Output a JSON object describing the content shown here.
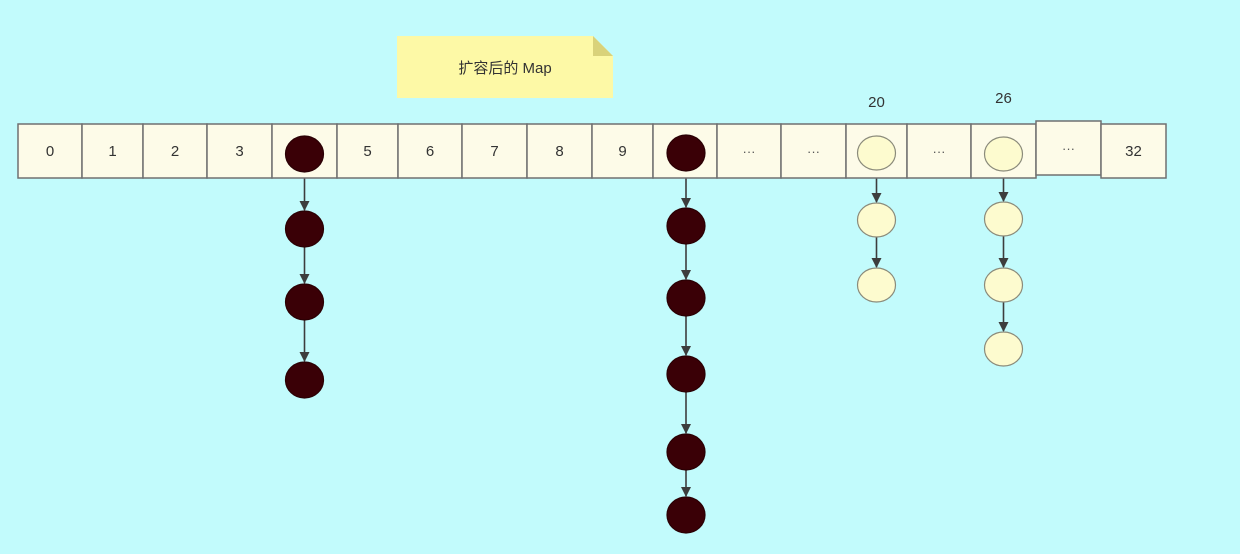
{
  "note": {
    "text": "扩容后的 Map",
    "color": "#fdf9a6"
  },
  "colors": {
    "background": "#c2fbfc",
    "cell_fill": "#fdfbe8",
    "cell_stroke": "#707070",
    "dark_node": "#3a0006",
    "light_node": "#fdfbcf",
    "arrow": "#3d3d3d"
  },
  "array": {
    "cells": [
      {
        "label": "0",
        "kind": "text"
      },
      {
        "label": "1",
        "kind": "text"
      },
      {
        "label": "2",
        "kind": "text"
      },
      {
        "label": "3",
        "kind": "text"
      },
      {
        "label": "",
        "kind": "dark-node"
      },
      {
        "label": "5",
        "kind": "text"
      },
      {
        "label": "6",
        "kind": "text"
      },
      {
        "label": "7",
        "kind": "text"
      },
      {
        "label": "8",
        "kind": "text"
      },
      {
        "label": "9",
        "kind": "text"
      },
      {
        "label": "",
        "kind": "dark-node"
      },
      {
        "label": "···",
        "kind": "ellipsis"
      },
      {
        "label": "···",
        "kind": "ellipsis"
      },
      {
        "label": "",
        "kind": "light-node"
      },
      {
        "label": "···",
        "kind": "ellipsis"
      },
      {
        "label": "",
        "kind": "light-node"
      },
      {
        "label": "···",
        "kind": "ellipsis"
      },
      {
        "label": "32",
        "kind": "text"
      }
    ]
  },
  "index_labels": [
    {
      "cell": 13,
      "text": "20"
    },
    {
      "cell": 15,
      "text": "26"
    }
  ],
  "chains": [
    {
      "cell": 4,
      "kind": "dark",
      "length": 4
    },
    {
      "cell": 10,
      "kind": "dark",
      "length": 6
    },
    {
      "cell": 13,
      "kind": "light",
      "length": 3
    },
    {
      "cell": 15,
      "kind": "light",
      "length": 4
    }
  ]
}
